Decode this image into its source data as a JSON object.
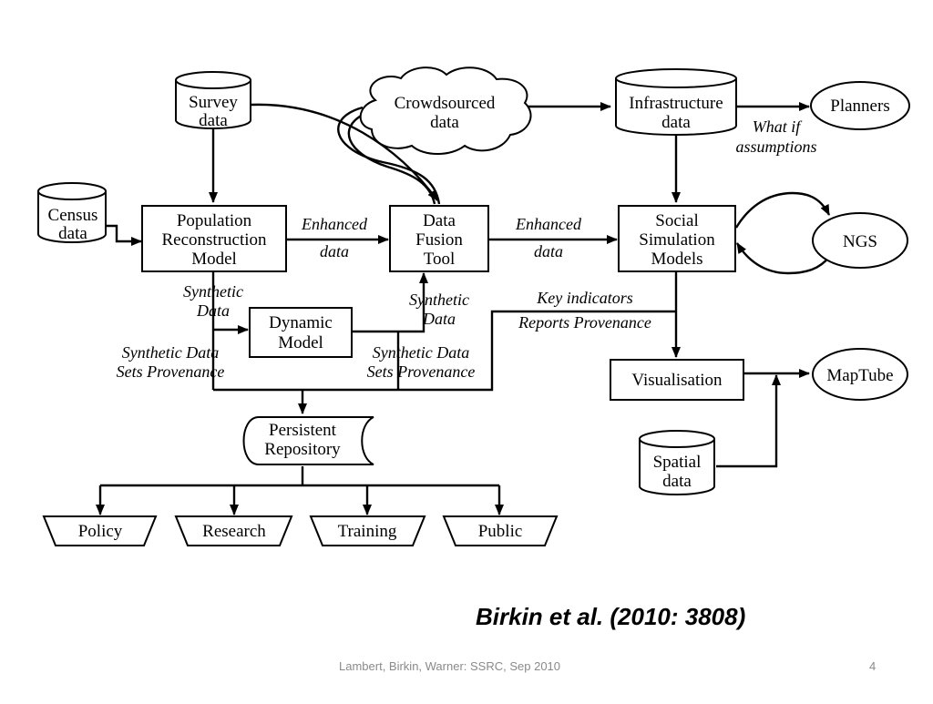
{
  "nodes": {
    "survey": [
      "Survey",
      "data"
    ],
    "census": [
      "Census",
      "data"
    ],
    "crowd": [
      "Crowdsourced",
      "data"
    ],
    "infra": [
      "Infrastructure",
      "data"
    ],
    "planners": "Planners",
    "poprecon": [
      "Population",
      "Reconstruction",
      "Model"
    ],
    "fusion": [
      "Data",
      "Fusion",
      "Tool"
    ],
    "social": [
      "Social",
      "Simulation",
      "Models"
    ],
    "ngs": "NGS",
    "dynamic": [
      "Dynamic",
      "Model"
    ],
    "visual": "Visualisation",
    "maptube": "MapTube",
    "spatial": [
      "Spatial",
      "data"
    ],
    "repo": [
      "Persistent",
      "Repository"
    ],
    "outputs": [
      "Policy",
      "Research",
      "Training",
      "Public"
    ]
  },
  "edge_labels": {
    "whatif": [
      "What if",
      "assumptions"
    ],
    "enhanced1": [
      "Enhanced",
      "data"
    ],
    "enhanced2": [
      "Enhanced",
      "data"
    ],
    "synthetic1": [
      "Synthetic",
      "Data"
    ],
    "synthetic2": [
      "Synthetic",
      "Data"
    ],
    "provenance1": [
      "Synthetic Data",
      "Sets Provenance"
    ],
    "provenance2": [
      "Synthetic Data",
      "Sets Provenance"
    ],
    "keyind": [
      "Key indicators",
      "Reports Provenance"
    ]
  },
  "citation": "Birkin et al. (2010: 3808)",
  "footer": {
    "center": "Lambert, Birkin, Warner: SSRC, Sep 2010",
    "page": "4"
  }
}
